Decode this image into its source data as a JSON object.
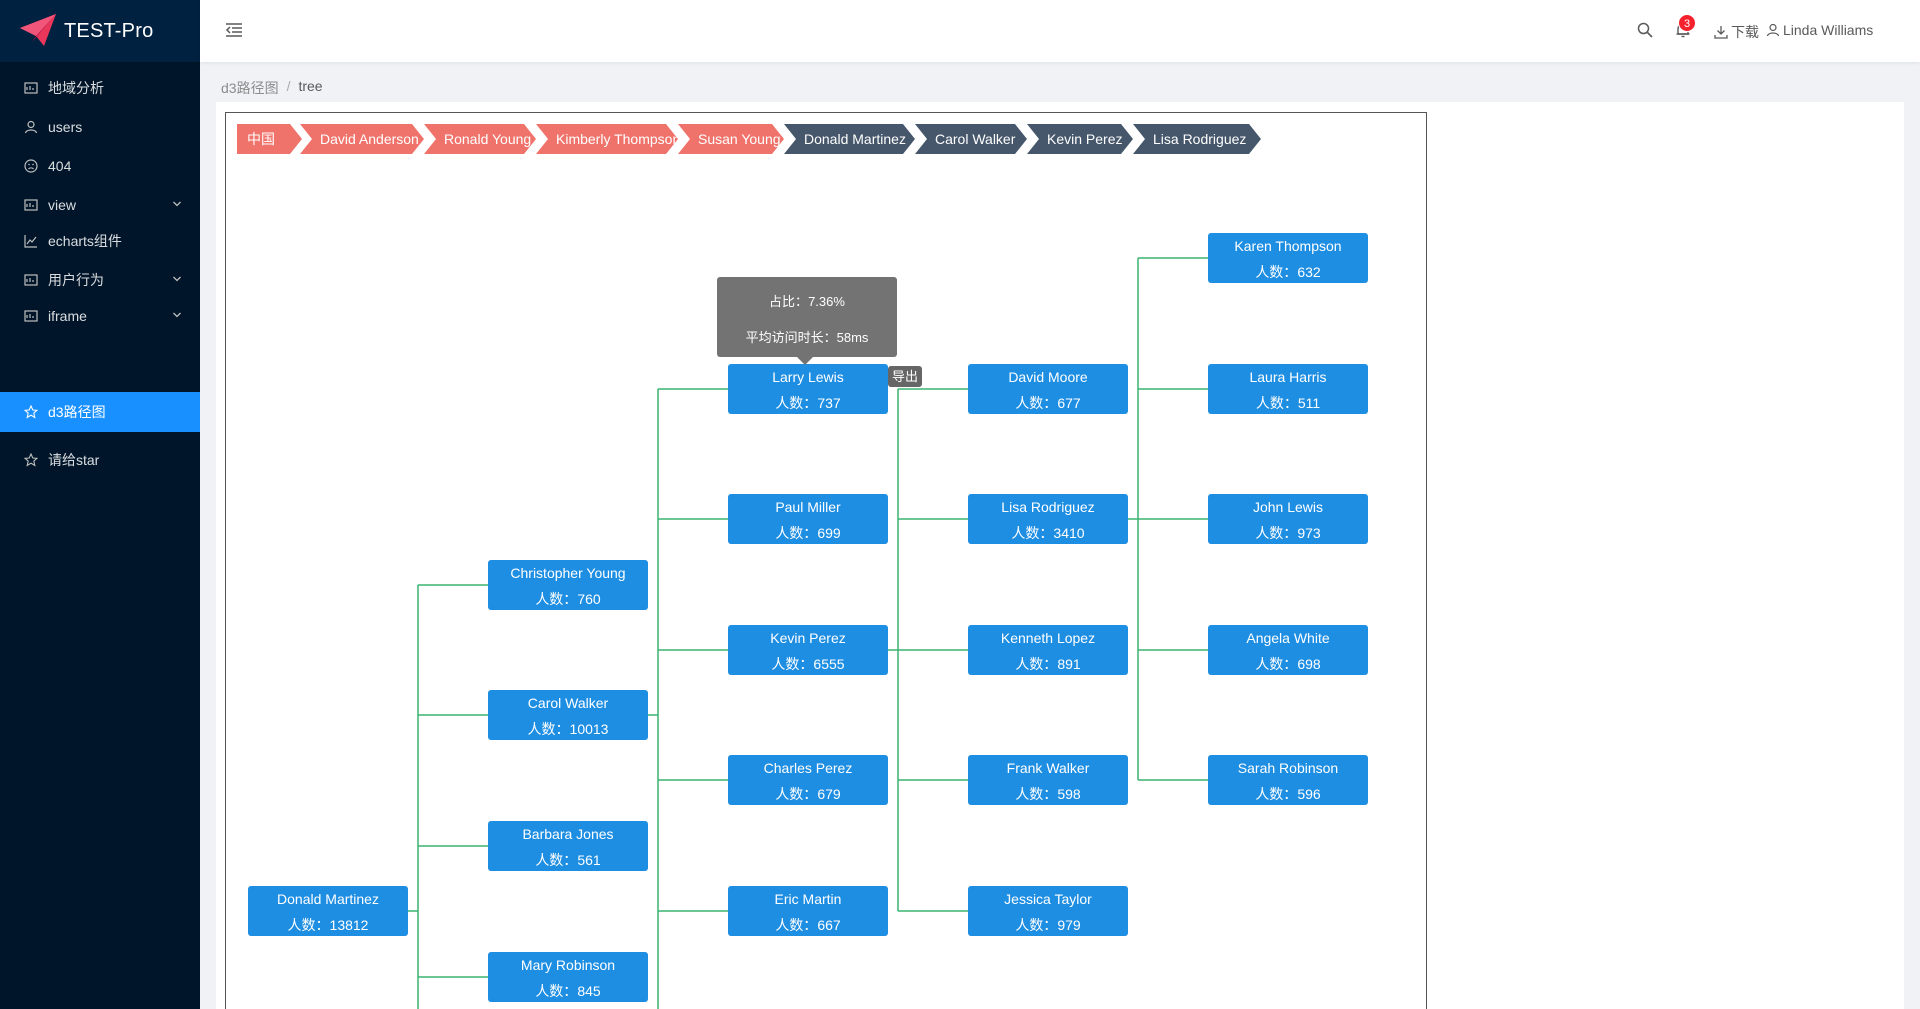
{
  "app": {
    "title": "TEST-Pro"
  },
  "sidebar": {
    "items": [
      {
        "label": "地域分析",
        "icon": "chart-box-icon",
        "active": false
      },
      {
        "label": "users",
        "icon": "user-icon",
        "active": false
      },
      {
        "label": "404",
        "icon": "frown-icon",
        "active": false
      },
      {
        "label": "view",
        "icon": "chart-box-icon",
        "active": false,
        "expandable": true
      },
      {
        "label": "echarts组件",
        "icon": "line-chart-icon",
        "active": false
      },
      {
        "label": "用户行为",
        "icon": "chart-box-icon",
        "active": false,
        "expandable": true
      },
      {
        "label": "iframe",
        "icon": "chart-box-icon",
        "active": false,
        "expandable": true
      },
      {
        "label": "d3路径图",
        "icon": "star-icon",
        "active": true
      },
      {
        "label": "请给star",
        "icon": "star-icon",
        "active": false
      }
    ]
  },
  "header": {
    "notification_count": "3",
    "download_label": "下载",
    "username": "Linda Williams"
  },
  "breadcrumb": {
    "parent": "d3路径图",
    "separator": "/",
    "current": "tree"
  },
  "path": [
    {
      "label": "中国",
      "color": "#f0736b"
    },
    {
      "label": "David Anderson",
      "color": "#f0736b"
    },
    {
      "label": "Ronald Young",
      "color": "#f0736b"
    },
    {
      "label": "Kimberly Thompson",
      "color": "#f0736b"
    },
    {
      "label": "Susan Young",
      "color": "#f0736b"
    },
    {
      "label": "Donald Martinez",
      "color": "#46576b"
    },
    {
      "label": "Carol Walker",
      "color": "#46576b"
    },
    {
      "label": "Kevin Perez",
      "color": "#46576b"
    },
    {
      "label": "Lisa Rodriguez",
      "color": "#46576b"
    }
  ],
  "tree": {
    "count_prefix": "人数：",
    "nodes": [
      {
        "name": "Donald Martinez",
        "count": "13812"
      },
      {
        "name": "Christopher Young",
        "count": "760"
      },
      {
        "name": "Carol Walker",
        "count": "10013"
      },
      {
        "name": "Barbara Jones",
        "count": "561"
      },
      {
        "name": "Mary Robinson",
        "count": "845"
      },
      {
        "name": "Larry Lewis",
        "count": "737"
      },
      {
        "name": "Paul Miller",
        "count": "699"
      },
      {
        "name": "Kevin Perez",
        "count": "6555"
      },
      {
        "name": "Charles Perez",
        "count": "679"
      },
      {
        "name": "Eric Martin",
        "count": "667"
      },
      {
        "name": "David Moore",
        "count": "677"
      },
      {
        "name": "Lisa Rodriguez",
        "count": "3410"
      },
      {
        "name": "Kenneth Lopez",
        "count": "891"
      },
      {
        "name": "Frank Walker",
        "count": "598"
      },
      {
        "name": "Jessica Taylor",
        "count": "979"
      },
      {
        "name": "Karen Thompson",
        "count": "632"
      },
      {
        "name": "Laura Harris",
        "count": "511"
      },
      {
        "name": "John Lewis",
        "count": "973"
      },
      {
        "name": "Angela White",
        "count": "698"
      },
      {
        "name": "Sarah Robinson",
        "count": "596"
      }
    ],
    "link_color": "#3cb371",
    "node_color": "#1e8ee3"
  },
  "tooltip": {
    "ratio_label": "占比：",
    "ratio_value": "7.36%",
    "duration_label": "平均访问时长：",
    "duration_value": "58ms"
  },
  "export_label": "导出"
}
